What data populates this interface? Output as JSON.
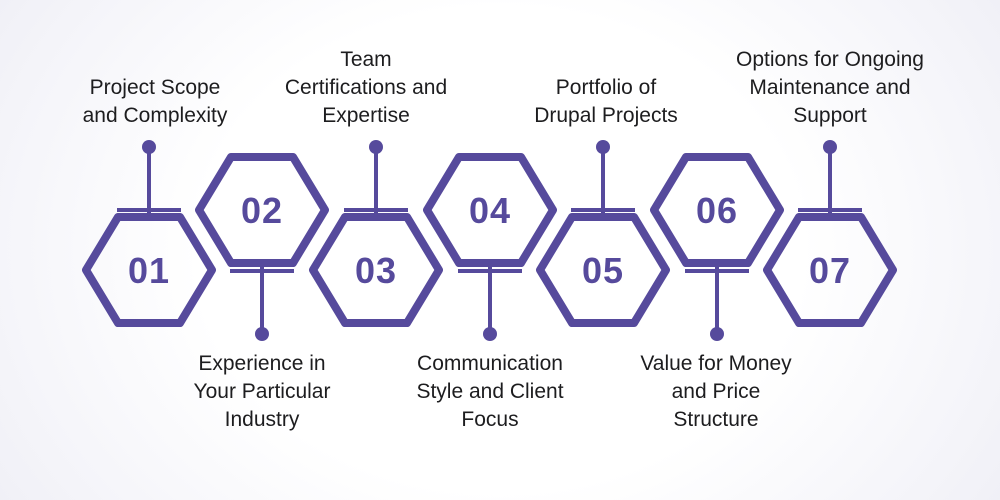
{
  "colors": {
    "accent": "#564a9c",
    "text": "#1d1d1f",
    "bg_center": "#ffffff",
    "bg_edge": "#e9e9f2"
  },
  "steps": [
    {
      "number": "01",
      "hex_row": "lower",
      "label_position": "above",
      "label": [
        "Project Scope",
        "and Complexity"
      ]
    },
    {
      "number": "02",
      "hex_row": "upper",
      "label_position": "below",
      "label": [
        "Experience in",
        "Your Particular",
        "Industry"
      ]
    },
    {
      "number": "03",
      "hex_row": "lower",
      "label_position": "above",
      "label": [
        "Team",
        "Certifications and",
        "Expertise"
      ]
    },
    {
      "number": "04",
      "hex_row": "upper",
      "label_position": "below",
      "label": [
        "Communication",
        "Style and Client",
        "Focus"
      ]
    },
    {
      "number": "05",
      "hex_row": "lower",
      "label_position": "above",
      "label": [
        "Portfolio of",
        "Drupal Projects"
      ]
    },
    {
      "number": "06",
      "hex_row": "upper",
      "label_position": "below",
      "label": [
        "Value for Money",
        "and Price",
        "Structure"
      ]
    },
    {
      "number": "07",
      "hex_row": "lower",
      "label_position": "above",
      "label": [
        "Options for Ongoing",
        "Maintenance and",
        "Support"
      ]
    }
  ]
}
